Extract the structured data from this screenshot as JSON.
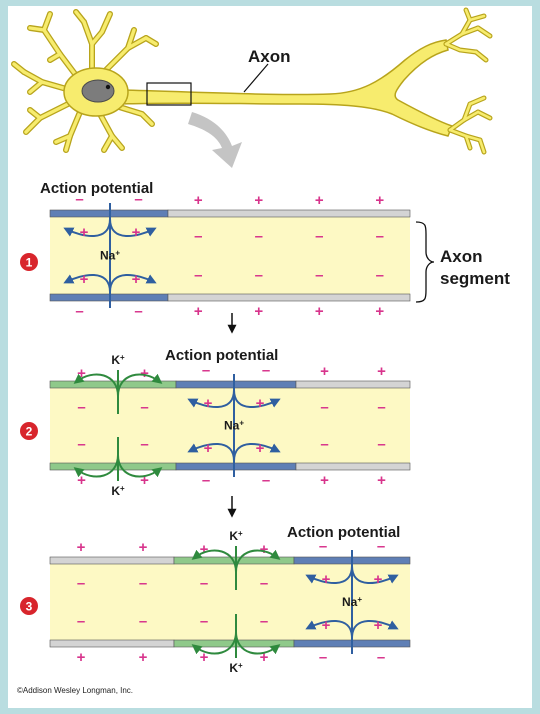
{
  "labels": {
    "axon": "Axon",
    "action_potential": "Action potential",
    "axon_segment_line1": "Axon",
    "axon_segment_line2": "segment",
    "sodium": "Na",
    "potassium": "K",
    "ion_charge": "+",
    "credit": "©Addison Wesley Longman, Inc."
  },
  "steps": [
    {
      "number": "1"
    },
    {
      "number": "2"
    },
    {
      "number": "3"
    }
  ],
  "colors": {
    "neuron_fill": "#f7ec6e",
    "neuron_outline": "#b8a41c",
    "nucleus": "#7c7c7c",
    "cytoplasm": "#fdf9c4",
    "membrane_resting": "#d4d4d4",
    "membrane_depolarized": "#5f7fb5",
    "membrane_repolarizing": "#8fc98a",
    "sodium_arrow": "#2f5fa0",
    "potassium_arrow": "#2f8a3e",
    "positive_charge": "#d8348c",
    "negative_charge": "#d8348c",
    "step_badge": "#d8252c",
    "guide_arrow": "#c4c4c4"
  }
}
